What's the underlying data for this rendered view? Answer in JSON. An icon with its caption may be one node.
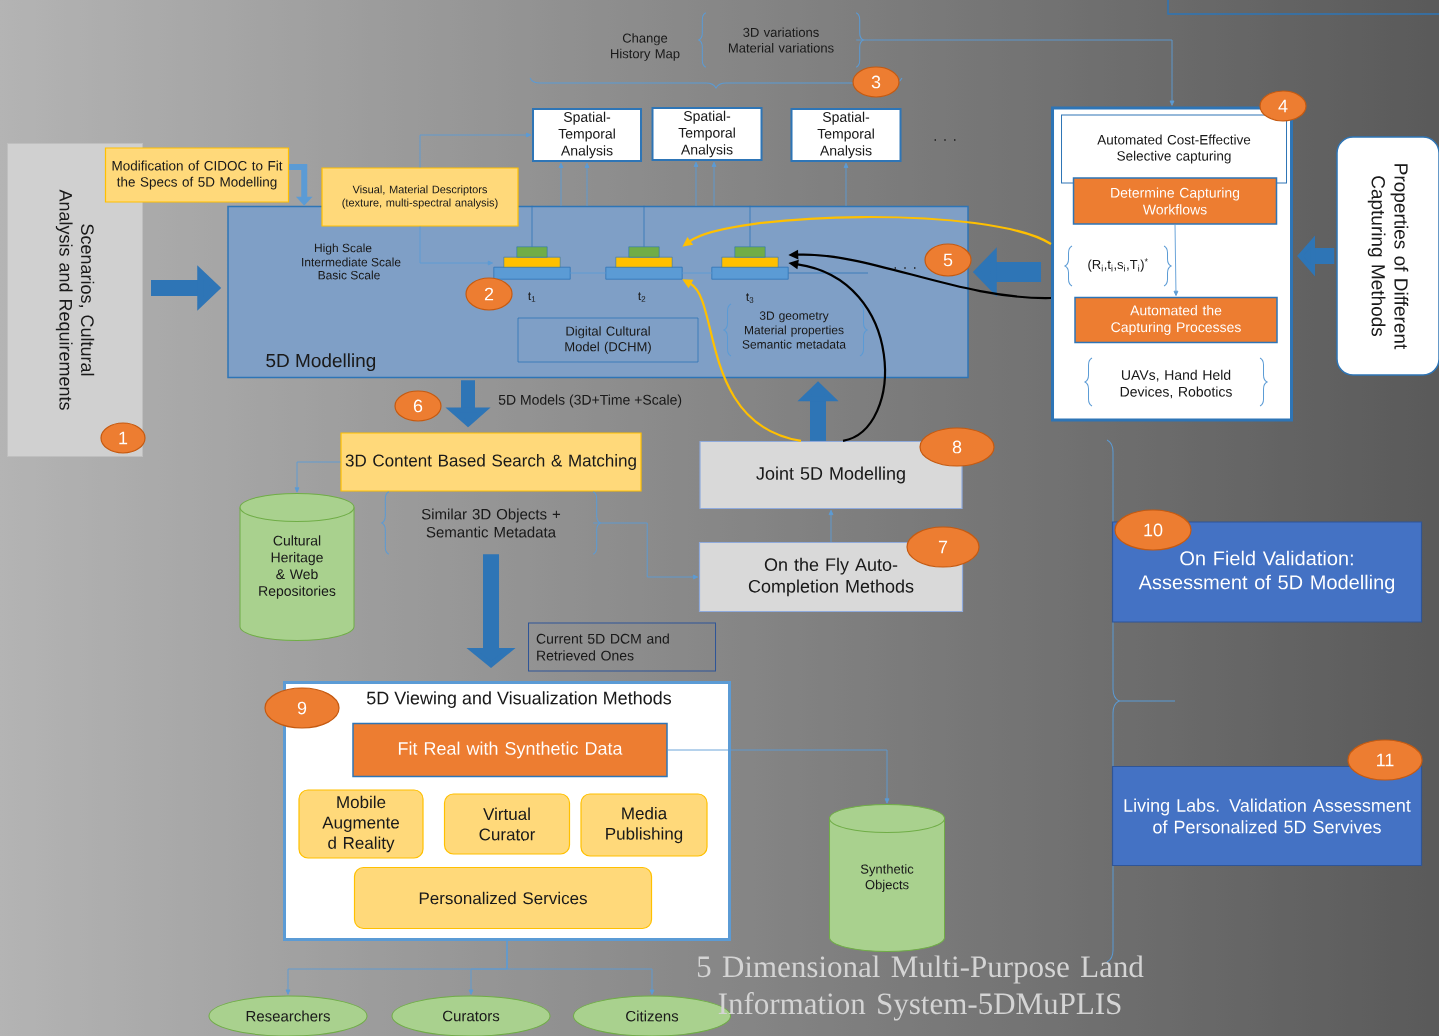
{
  "diagram": {
    "title": "5 Dimensional Multi-Purpose Land Information System-5DMuPLIS",
    "nodes": [
      {
        "text": [
          "Scenarios, Cultural Analysis and Requirements"
        ]
      },
      {
        "text": [
          "1"
        ],
        "in": 0
      },
      {
        "text": [
          "Modification of CIDOC to Fit the Specs of 5D Modelling"
        ]
      },
      {
        "text": [
          "5D Modelling"
        ]
      },
      {
        "text": [
          "Visual, Material Descriptors (texture, multi-spectral analysis)"
        ]
      },
      {
        "text": [
          "Spatial-Temporal Analysis"
        ]
      },
      {
        "text": [
          "Spatial-Temporal Analysis"
        ]
      },
      {
        "text": [
          "Spatial-Temporal Analysis"
        ]
      },
      {
        "text": [
          "3"
        ]
      },
      {
        "text": [
          "3D variations Material variations"
        ]
      },
      {
        "text": [
          "Digital Cultural Model (DCHM)"
        ],
        "in": 3
      },
      {
        "text": [],
        "shape": "box",
        "in": 3
      },
      {
        "text": [],
        "shape": "box",
        "in": 3
      },
      {
        "text": [],
        "shape": "box",
        "in": 3
      },
      {
        "text": [
          "2"
        ],
        "in": 3
      },
      {
        "text": [
          "5"
        ],
        "in": 3
      },
      {
        "text": [],
        "shape": "box"
      },
      {
        "text": [
          "Automated Cost-Effective Selective capturing"
        ],
        "in": 16
      },
      {
        "text": [
          "Determine Capturing Workflows"
        ],
        "in": 16
      },
      {
        "text": [
          "Automated the Capturing Processes"
        ],
        "in": 16
      },
      {
        "text": [
          "4"
        ]
      },
      {
        "text": [
          "Properties of Different Capturing Methods"
        ]
      },
      {
        "text": [
          "6"
        ]
      },
      {
        "text": [
          "3D Content Based Search & Matching"
        ]
      },
      {
        "text": [
          "Similar 3D Objects + Semantic Metadata"
        ]
      },
      {
        "text": [
          "Cultural Heritage & Web Repositories"
        ]
      },
      {
        "text": [
          "Joint 5D Modelling"
        ]
      },
      {
        "text": [
          "8"
        ]
      },
      {
        "text": [
          "On the Fly Auto-Completion Methods"
        ]
      },
      {
        "text": [
          "7"
        ]
      },
      {
        "text": [
          "Current 5D DCM and Retrieved Ones"
        ]
      },
      {
        "text": [
          "5D Viewing and Visualization Methods"
        ]
      },
      {
        "text": [
          "9"
        ]
      },
      {
        "text": [
          "Fit Real with Synthetic Data"
        ],
        "in": 31
      },
      {
        "text": [
          "Mobile Augmente d Reality"
        ],
        "in": 31
      },
      {
        "text": [
          "Virtual Curator"
        ],
        "in": 31
      },
      {
        "text": [
          "Media Publishing"
        ],
        "in": 31
      },
      {
        "text": [
          "Personalized Services"
        ],
        "in": 31
      },
      {
        "text": [
          "Synthetic Objects"
        ]
      },
      {
        "text": [
          "Researchers"
        ]
      },
      {
        "text": [
          "Curators"
        ]
      },
      {
        "text": [
          "Citizens"
        ]
      },
      {
        "text": [
          "On Field Validation: Assessment of 5D Modelling"
        ]
      },
      {
        "text": [
          "10"
        ]
      },
      {
        "text": [
          "Living Labs. Validation Assessment of Personalized 5D Servives"
        ]
      },
      {
        "text": [
          "11"
        ]
      }
    ],
    "edges": [
      {
        "from": 0,
        "to": 3,
        "arrow": "to",
        "style": "thick",
        "color": "#2e75b6"
      },
      {
        "from": 2,
        "to": 3,
        "arrow": "to",
        "style": "thick"
      },
      {
        "from": 4,
        "to": 5,
        "arrow": "to"
      },
      {
        "from": 4,
        "to": 11,
        "arrow": "to"
      },
      {
        "from": 3,
        "to": 5,
        "arrow": "to"
      },
      {
        "from": 3,
        "to": 5,
        "arrow": "to"
      },
      {
        "from": 3,
        "to": 6,
        "arrow": "to"
      },
      {
        "from": 3,
        "to": 6,
        "arrow": "to"
      },
      {
        "from": 3,
        "to": 7,
        "arrow": "to"
      },
      {
        "from": 11,
        "to": 12,
        "arrow": "none"
      },
      {
        "from": 12,
        "to": 13,
        "arrow": "none"
      },
      {
        "from": 9,
        "to": 16,
        "arrow": "to"
      },
      {
        "from": 16,
        "to": 3,
        "arrow": "to",
        "style": "thick",
        "color": "#2e75b6"
      },
      {
        "from": 21,
        "to": 16,
        "arrow": "to",
        "style": "thick",
        "color": "#2e75b6"
      },
      {
        "from": 16,
        "to": 12,
        "arrow": "to",
        "color": "#ffc000"
      },
      {
        "from": 16,
        "to": 13,
        "arrow": "to",
        "color": "#000000"
      },
      {
        "from": 26,
        "to": 3,
        "arrow": "to",
        "style": "thick",
        "color": "#2e75b6"
      },
      {
        "from": 26,
        "to": 12,
        "arrow": "to",
        "color": "#ffc000"
      },
      {
        "from": 26,
        "to": 13,
        "arrow": "to",
        "color": "#000000"
      },
      {
        "from": 3,
        "to": 23,
        "arrow": "to",
        "style": "thick",
        "color": "#2e75b6",
        "label": "5D Models  (3D+Time +Scale)"
      },
      {
        "from": 23,
        "to": 25,
        "arrow": "to"
      },
      {
        "from": 24,
        "to": 28,
        "arrow": "to"
      },
      {
        "from": 24,
        "to": 31,
        "arrow": "to",
        "style": "thick",
        "color": "#2e75b6"
      },
      {
        "from": 28,
        "to": 26,
        "arrow": "to"
      },
      {
        "from": 33,
        "to": 38,
        "arrow": "to"
      },
      {
        "from": 31,
        "to": 39,
        "arrow": "to"
      },
      {
        "from": 31,
        "to": 40,
        "arrow": "to"
      },
      {
        "from": 31,
        "to": 41,
        "arrow": "to"
      },
      {
        "from": 18,
        "to": 19,
        "arrow": "to"
      }
    ],
    "labels": [
      "Change History Map",
      ". . .",
      "High Scale",
      "Intermediate Scale",
      "Basic Scale",
      "t$_{1}$",
      "t$_{2}$",
      "t$_{3}$",
      ". . .",
      "3D geometry Material properties Semantic metadata",
      "(R$_{i}$,t$_{i}$,s$_{i}$,T$_{i}$)$^{*}$",
      "UAVs, Hand Held Devices, Robotics"
    ]
  }
}
